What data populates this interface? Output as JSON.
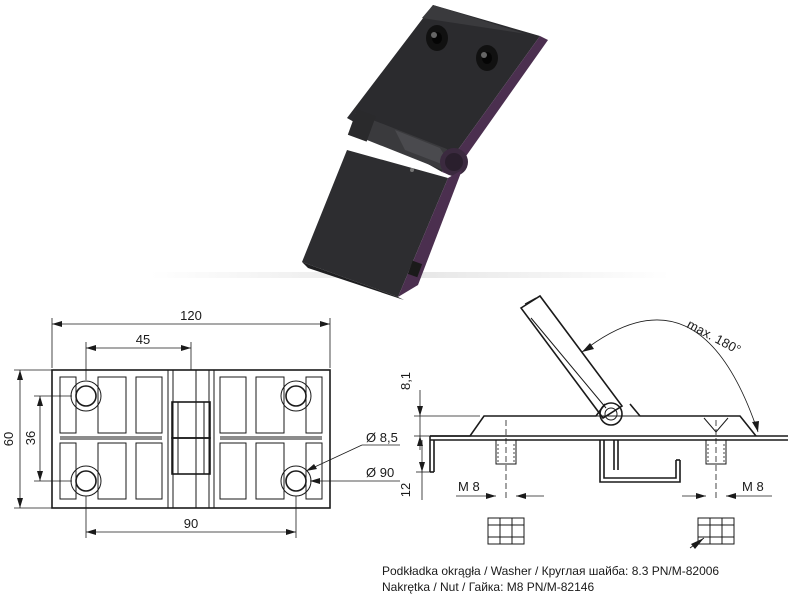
{
  "drawing": {
    "front_view": {
      "overall_width": "120",
      "hole_offset": "45",
      "hole_spacing_horizontal": "90",
      "overall_height": "60",
      "hole_spacing_vertical": "36",
      "hole_diameter": "Ø 8,5",
      "counterbore_diameter": "Ø 90"
    },
    "side_view": {
      "height_dim": "8,1",
      "depth_dim": "12",
      "bolt_left": "M 8",
      "bolt_right": "M 8",
      "angle_label": "max. 180°"
    },
    "notes": {
      "washer": "Podkładka okrągła / Washer / Круглая шайба:   8.3 PN/M-82006",
      "nut": "Nakrętka / Nut / Гайка:   M8 PN/M-82146"
    }
  }
}
